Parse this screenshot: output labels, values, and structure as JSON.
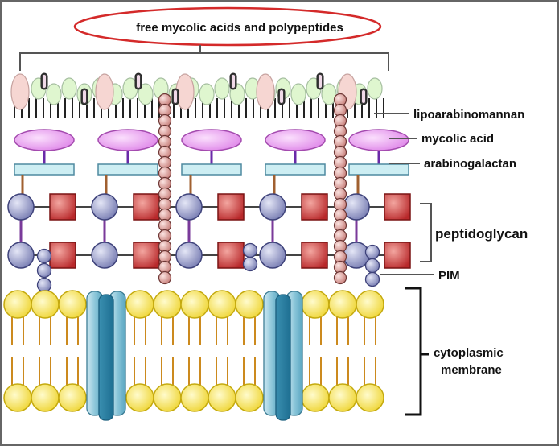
{
  "title": "free mycolic acids and polypeptides",
  "labels": {
    "lipoarabinomannan": "lipoarabinomannan",
    "mycolic_acid": "mycolic acid",
    "arabinogalactan": "arabinogalactan",
    "peptidoglycan": "peptidoglycan",
    "pim": "PIM",
    "cytoplasmic_line1": "cytoplasmic",
    "cytoplasmic_line2": "membrane"
  },
  "colors": {
    "title_ellipse": "#d42a2a",
    "mycolic_acid": "#ee9ef5",
    "arabinogalactan": "#cdeef3",
    "glycan_circle": "#8a8fc0",
    "peptide_square": "#c93a3a",
    "lipoarabinomannan_bead": "#e9a3a0",
    "lipid_head": "#f6e24a",
    "lipid_tail": "#cc8a1e",
    "membrane_protein": "#8ac6d8",
    "free_lipid_green": "#dff6cf",
    "free_lipid_pink": "#f6d6d2"
  }
}
